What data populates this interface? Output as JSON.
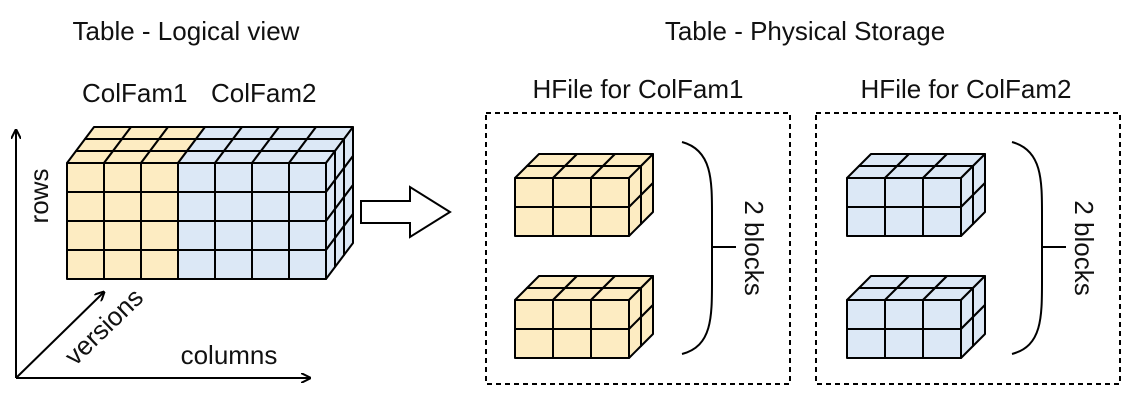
{
  "logical": {
    "title": "Table - Logical view",
    "colfam1_label": "ColFam1",
    "colfam2_label": "ColFam2",
    "axis_rows": "rows",
    "axis_versions": "versions",
    "axis_columns": "columns"
  },
  "physical": {
    "title": "Table - Physical Storage",
    "hfiles": [
      {
        "title": "HFile for ColFam1",
        "blocks_label": "2 blocks"
      },
      {
        "title": "HFile for ColFam2",
        "blocks_label": "2 blocks"
      }
    ]
  },
  "colors": {
    "colfam1": "#fdecc2",
    "colfam2": "#dce8f6",
    "colfam1_text": "#f4b183",
    "colfam2_text": "#9dc3e6",
    "stroke": "#000000"
  }
}
